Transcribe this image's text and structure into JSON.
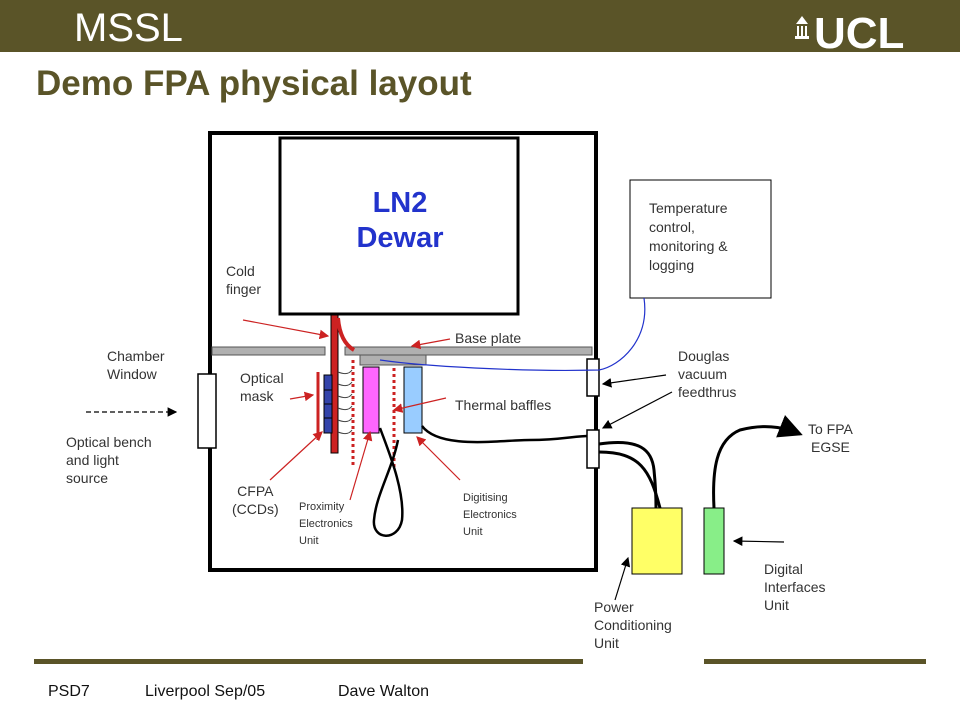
{
  "header": {
    "org": "MSSL",
    "logo_text": "UCL",
    "title": "Demo FPA physical layout"
  },
  "diagram": {
    "dewar_label": "LN2\nDewar",
    "cold_finger": "Cold\nfinger",
    "base_plate": "Base plate",
    "chamber_window": "Chamber\nWindow",
    "optical_mask": "Optical\nmask",
    "thermal_baffles": "Thermal baffles",
    "optical_bench": "Optical bench\nand light\nsource",
    "cfpa": "CFPA\n(CCDs)",
    "proximity_electronics": "Proximity\nElectronics\nUnit",
    "digitising_electronics": "Digitising\nElectronics\nUnit",
    "temperature_control": "Temperature\ncontrol,\nmonitoring &\nlogging",
    "douglas_feedthrus": "Douglas\nvacuum\nfeedthrus",
    "to_fpa_egse": "To FPA\nEGSE",
    "digital_interfaces": "Digital\nInterfaces\nUnit",
    "power_conditioning": "Power\nConditioning\nUnit"
  },
  "footer": {
    "meeting": "PSD7",
    "location": "Liverpool Sep/05",
    "author": "Dave Walton"
  },
  "colors": {
    "brand": "#5a5428",
    "ln2": "#2233cc",
    "arrow_red": "#cc2222",
    "pcu": "#ffff66",
    "diu": "#88ee88",
    "pe": "#ff66ff",
    "de": "#99ccff"
  }
}
